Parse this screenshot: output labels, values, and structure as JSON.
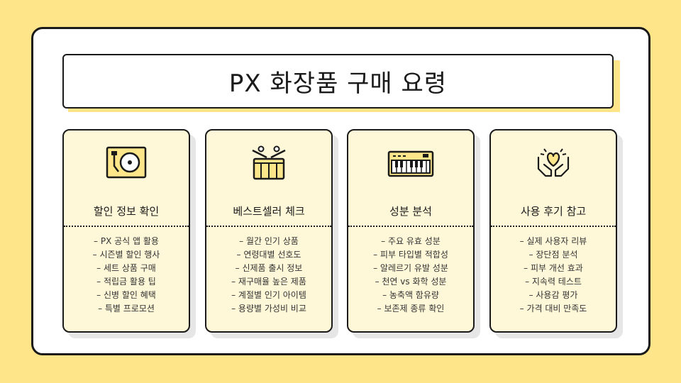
{
  "title": "PX 화장품 구매 요령",
  "colors": {
    "background": "#fee58a",
    "card": "#fff8d8",
    "ink": "#1a1a1a",
    "accent": "#fde68a"
  },
  "cards": [
    {
      "icon": "turntable-icon",
      "title": "할인 정보 확인",
      "items": [
        "– PX 공식 앱 활용",
        "– 시즌별 할인 행사",
        "– 세트 상품 구매",
        "– 적립금 활용 팁",
        "– 신병 할인 혜택",
        "– 특별 프로모션"
      ]
    },
    {
      "icon": "drum-icon",
      "title": "베스트셀러 체크",
      "items": [
        "– 월간 인기 상품",
        "– 연령대별 선호도",
        "– 신제품 출시 정보",
        "– 재구매율 높은 제품",
        "– 계절별 인기 아이템",
        "– 용량별 가성비 비교"
      ]
    },
    {
      "icon": "keyboard-icon",
      "title": "성분 분석",
      "items": [
        "– 주요 유효 성분",
        "– 피부 타입별 적합성",
        "– 알레르기 유발 성분",
        "– 천연 vs 화학 성분",
        "– 농축액 함유량",
        "– 보존제 종류 확인"
      ]
    },
    {
      "icon": "heart-hands-icon",
      "title": "사용 후기 참고",
      "items": [
        "– 실제 사용자 리뷰",
        "– 장단점 분석",
        "– 피부 개선 효과",
        "– 지속력 테스트",
        "– 사용감 평가",
        "– 가격 대비 만족도"
      ]
    }
  ]
}
